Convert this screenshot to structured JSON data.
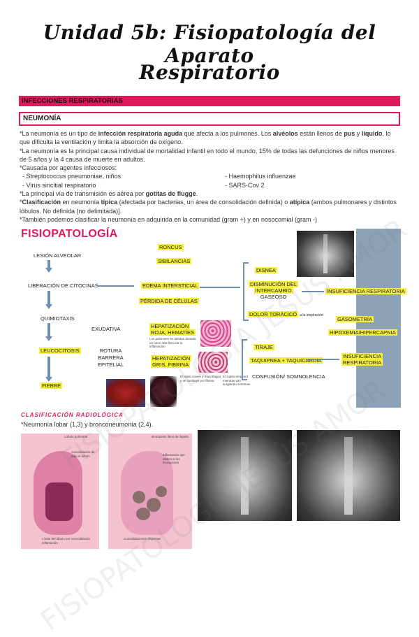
{
  "title": {
    "line1": "Unidad 5b: Fisiopatología del Aparato",
    "line2": "Respiratorio"
  },
  "section_header": "INFECCIONES RESPIRATORIAS",
  "subsection_header": "NEUMONÍA",
  "body": {
    "p1_a": "*La neumonía es un tipo de ",
    "p1_b": "infección respiratoria aguda",
    "p1_c": " que afecta a los pulmones. Los ",
    "p1_d": "alvéolos",
    "p1_e": " están llenos de ",
    "p1_f": "pus",
    "p1_g": " y ",
    "p1_h": "líquido",
    "p1_i": ", lo que dificulta la ventilación y limita la absorción de oxígeno.",
    "p2": "*La neumonía es la principal causa individual de mortalidad infantil en todo el mundo, 15% de todas las defunciones de niños menores de 5 años y la 4 causa de muerte en adultos.",
    "p3": "*Causada por agentes infecciosos:",
    "agents_left": [
      "- Streptococcus pneumoniae, niños",
      "- Virus sincitial respiratorio"
    ],
    "agents_right": [
      "- Haemophilus influenzae",
      "- SARS-Cov 2"
    ],
    "p4_a": "*La principal vía de transmisión es aérea por ",
    "p4_b": "gotitas de flugge",
    "p4_c": ".",
    "p5_a": "*",
    "p5_b": "Clasificación",
    "p5_c": " en neumonía ",
    "p5_d": "típica",
    "p5_e": " (afectada por bacterias, un área de consolidación definida) o ",
    "p5_f": "atípica",
    "p5_g": " (ambos pulmonares y distintos lóbulos. No definida (no delimitada)].",
    "p6": "*También podemos clasificar la neumonía en adquirida en la comunidad (gram +) y en nosocomial (gram -)"
  },
  "fisiopatologia": {
    "heading": "FISIOPATOLOGÍA",
    "nodes": {
      "lesion": "LESIÓN ALVEOLAR",
      "liberacion": "LIBERACIÓN DE CITOCINAS",
      "quimiotaxis": "QUIMIOTAXIS",
      "leucocitosis": "LEUCOCITOSIS",
      "fiebre": "FIEBRE",
      "roncus": "RONCUS",
      "sibilancias": "SIBILANCIAS",
      "edema": "EDEMA INTERSTICIAL",
      "perdida": "PÉRDIDA DE CÉLULAS",
      "exudativa": "EXUDATIVA",
      "hepat_roja_1": "HEPATIZACIÓN",
      "hepat_roja_2": "ROJA, HEMATÍES",
      "hepat_gris_1": "HEPATIZACIÓN",
      "hepat_gris_2": "GRIS, FIBRINA",
      "rotura_1": "ROTURA",
      "rotura_2": "BARRERA",
      "rotura_3": "EPITELIAL",
      "disnea": "DISNEA",
      "dism_1": "DISMINUCIÓN DEL",
      "dism_2": "INTERCAMBIO",
      "dism_3": "GASEOSO",
      "dolor": "DOLOR TORÁCICO",
      "dolor_note": "a la inspiración",
      "tiraje": "TIRAJE",
      "taquipnea": "TAQUIPNEA + TAQUICARDIA",
      "confusion": "CONFUSIÓN/ SOMNOLENCIA",
      "insuf_resp": "INSUFICIENCIA RESPIRATORIA",
      "gasometria": "GASOMETRÍA",
      "hipoxemia": "HIPOXEMIA/HIPERCAPNIA",
      "insuf_resp2_1": "INSUFICIENCIA",
      "insuf_resp2_2": "RESPIRATORIA"
    },
    "notes": {
      "roja_note": "Los pulmones se quedan durante un buen rato lleno de la inflamación",
      "gris_note": "El tejido muere y macrófagos y se sustituye por fibrina",
      "sujeto_note": "El sujeto empeora mientras van surgiendo síntomas"
    }
  },
  "clasificacion": {
    "heading": "CLASIFICACIÓN RADIOLÓGICA",
    "text": "*Neumonía lobar (1,3) y bronconeumonía (2,4).",
    "lobar_labels": [
      "Lóbulo pulmonar",
      "consolidación de todo el lóbulo",
      "Límite del lóbulo por consolidación inflamación"
    ],
    "bronco_labels": [
      "Bronquiolo lleno de líquido",
      "Inflamación que abarca a los bronquiolos",
      "Consolidaciones dispersas"
    ]
  },
  "watermark": "FISIOPATOLOGÍA JESÚS AMOR",
  "colors": {
    "accent": "#e0195a",
    "highlight": "#f5ef3a",
    "arrow": "#6f8fb0",
    "panel": "#8ca2b8"
  }
}
